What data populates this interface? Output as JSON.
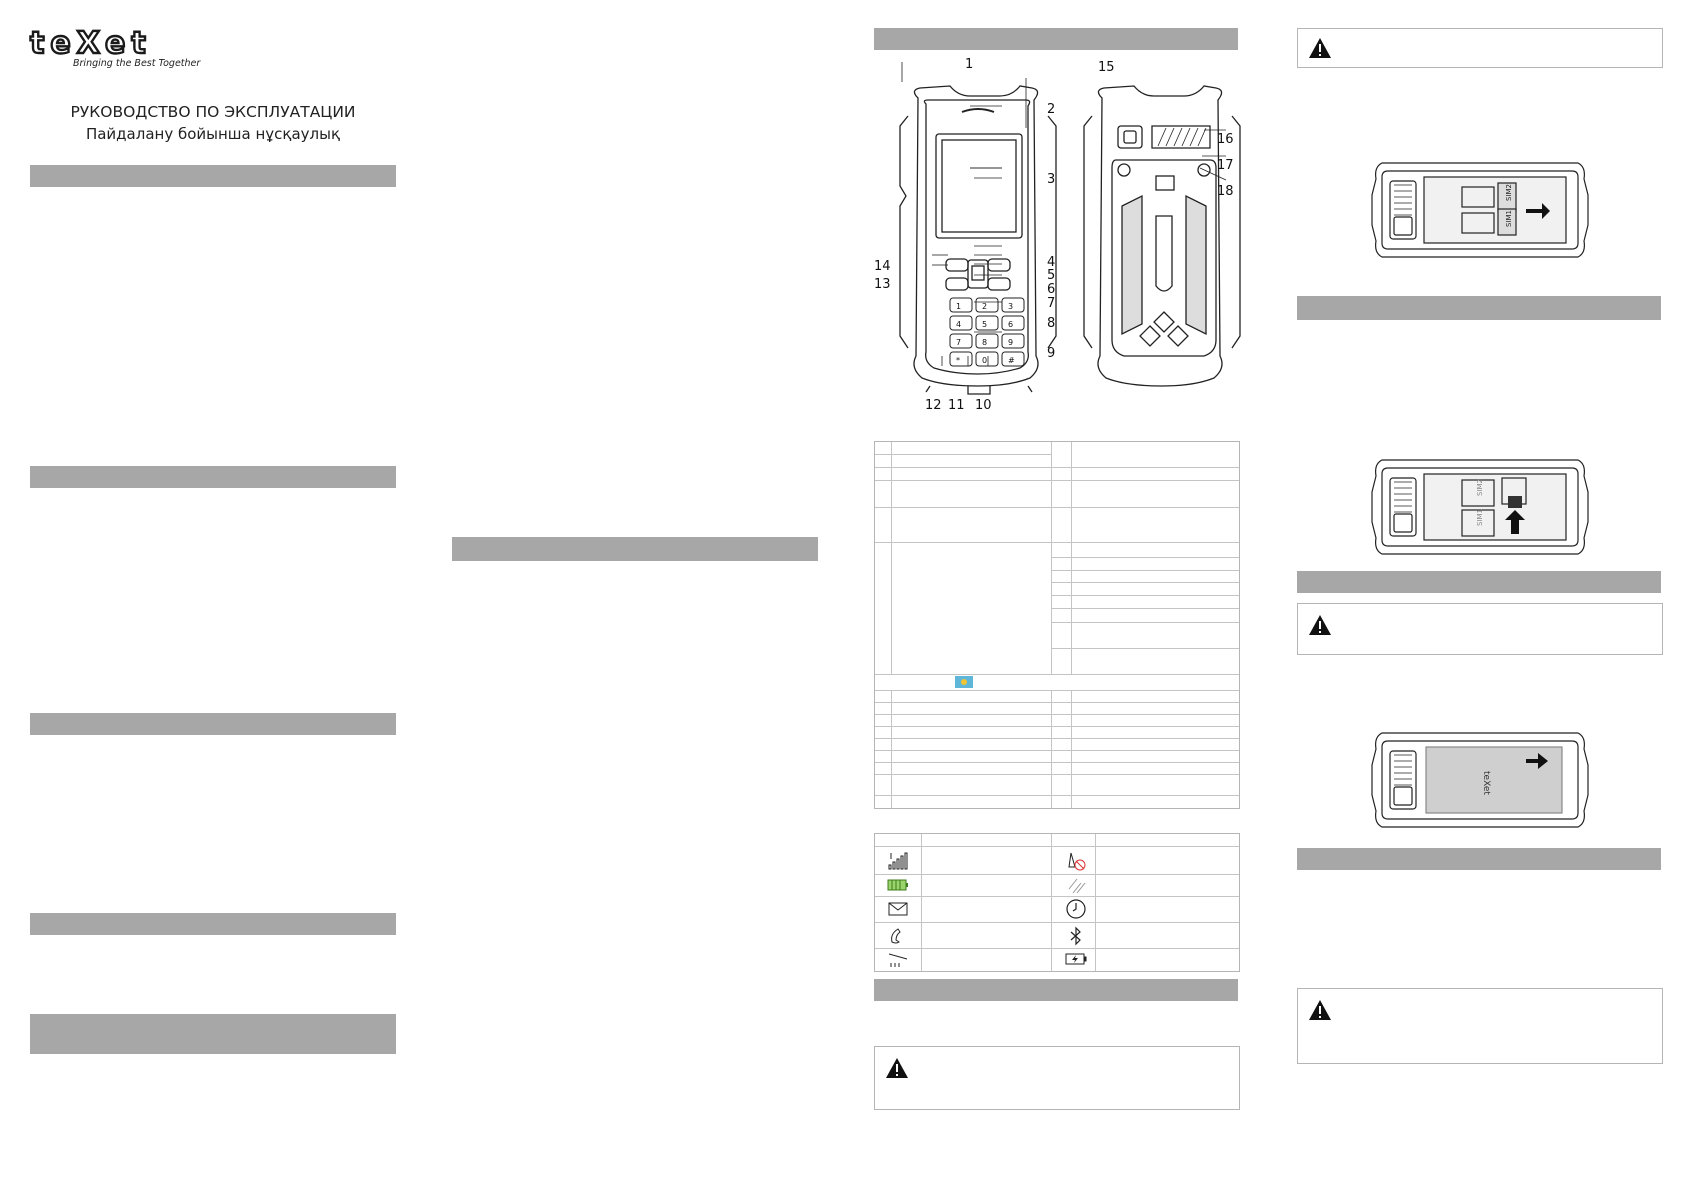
{
  "brand": {
    "logo_text": "teXet",
    "tagline": "Bringing the Best Together"
  },
  "document": {
    "title_ru": "РУКОВОДСТВО ПО ЭКСПЛУАТАЦИИ",
    "title_kz": "Пайдалану бойынша нұсқаулық"
  },
  "diagram": {
    "callouts": [
      "1",
      "2",
      "3",
      "4",
      "5",
      "6",
      "7",
      "8",
      "9",
      "10",
      "11",
      "12",
      "13",
      "14",
      "15",
      "16",
      "17",
      "18"
    ]
  },
  "sim_labels": {
    "sim1": "SIM1",
    "sim2": "SIM2"
  },
  "colors": {
    "section_bar": "#a7a7a7",
    "rule": "#c4c4c4",
    "ink": "#222222"
  },
  "icons": {
    "status_table": [
      "signal-icon",
      "silent-mode-icon",
      "battery-icon",
      "no-sound-icon",
      "sms-envelope-icon",
      "alarm-clock-icon",
      "missed-call-icon",
      "bluetooth-icon",
      "roaming-icon",
      "charging-icon"
    ],
    "warning": "warning-triangle-icon"
  }
}
